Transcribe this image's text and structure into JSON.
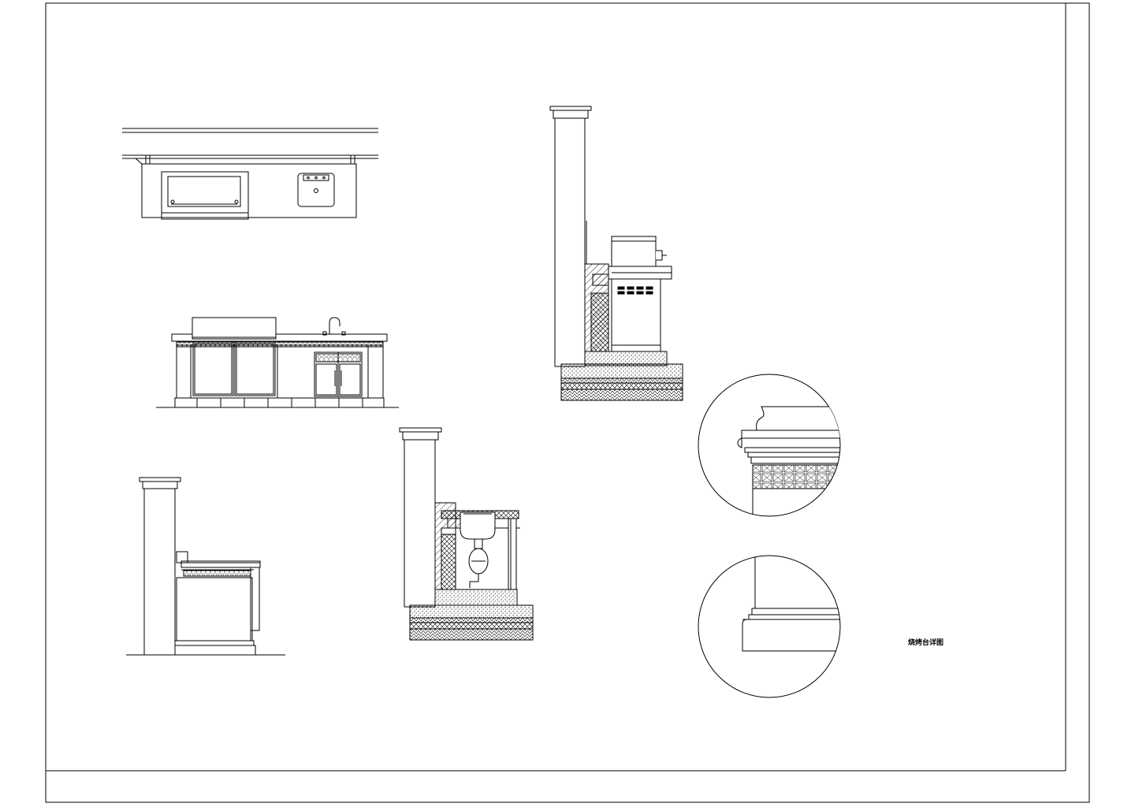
{
  "drawing": {
    "caption": "烧烤台详图",
    "line_color": "#000000",
    "background": "#ffffff"
  },
  "views": [
    {
      "id": "plan-view",
      "kind": "top plan of counter"
    },
    {
      "id": "front-elevation",
      "kind": "front elevation"
    },
    {
      "id": "side-elevation",
      "kind": "side elevation"
    },
    {
      "id": "sink-section",
      "kind": "section through sink"
    },
    {
      "id": "grill-section",
      "kind": "section through grill"
    },
    {
      "id": "cornice-detail",
      "kind": "detail circle"
    },
    {
      "id": "base-detail",
      "kind": "detail circle"
    }
  ]
}
